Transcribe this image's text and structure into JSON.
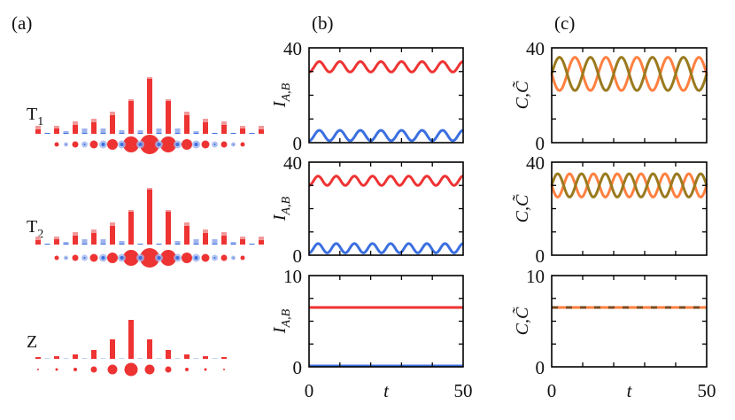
{
  "panel_labels": {
    "a": "(a)",
    "b": "(b)",
    "c": "(c)"
  },
  "colors": {
    "red": "#ee3333",
    "red_light": "#f29a9a",
    "blue": "#3b6fe0",
    "blue_light": "#9fb4ee",
    "orange": "#ff8040",
    "olive": "#9a7a1e",
    "axis": "#000000"
  },
  "chart_data": [
    {
      "type": "bar",
      "title": "(a) lattice site occupations",
      "rows": [
        {
          "label": "T",
          "sub": "1",
          "red_bars": [
            5,
            6,
            10,
            13,
            21,
            37,
            62,
            37,
            21,
            13,
            10,
            6,
            5
          ],
          "red_light_caps": [
            4,
            3,
            4,
            4,
            4,
            2,
            2,
            2,
            4,
            4,
            4,
            3,
            4
          ],
          "blue_bars": [
            1,
            3,
            6,
            6,
            4,
            4,
            6,
            6,
            3,
            1,
            0,
            0
          ],
          "circle_radii_red": [
            2.5,
            3.5,
            4.5,
            6,
            9,
            11,
            9,
            6,
            4.5,
            3.5,
            2.5
          ],
          "circle_radii_blue": [
            1,
            2,
            3,
            3,
            3,
            3,
            3,
            3,
            2,
            1
          ]
        },
        {
          "label": "T",
          "sub": "2",
          "red_bars": [
            5,
            6,
            10,
            13,
            21,
            37,
            62,
            37,
            21,
            13,
            10,
            6,
            5
          ],
          "red_light_caps": [
            4,
            3,
            4,
            4,
            4,
            2,
            2,
            2,
            4,
            4,
            4,
            3,
            4
          ],
          "blue_bars": [
            1,
            3,
            6,
            6,
            4,
            1,
            1,
            4,
            6,
            6,
            3,
            1
          ],
          "circle_radii_red": [
            2.5,
            3.5,
            4.5,
            6,
            9,
            11,
            9,
            6,
            4.5,
            3.5,
            2.5
          ],
          "circle_radii_blue": [
            1,
            2,
            3,
            3,
            3,
            3,
            3,
            3,
            2,
            1
          ]
        },
        {
          "label": "Z",
          "sub": "",
          "red_bars": [
            2,
            3,
            5,
            10,
            22,
            44,
            22,
            10,
            5,
            3,
            2
          ],
          "blue_bars": [
            1,
            1,
            1,
            1,
            1,
            1,
            1,
            1,
            1,
            1
          ],
          "circle_radii_red": [
            1,
            1.5,
            2,
            3.5,
            5.5,
            7.5,
            5.5,
            3.5,
            2,
            1.5,
            1
          ]
        }
      ]
    },
    {
      "type": "line",
      "panel": "b",
      "xlabel": "t",
      "ylabel": "I_{A,B}",
      "xlim": [
        0,
        50
      ],
      "xticks": [
        "0",
        "50"
      ],
      "subplots": [
        {
          "ylim": [
            0,
            40
          ],
          "yticks": [
            "0",
            "40"
          ],
          "series": [
            {
              "name": "I_A",
              "color": "#ee3333",
              "mean": 32,
              "amp": 2.2,
              "periods": 7.5,
              "phase": 0.5
            },
            {
              "name": "I_B",
              "color": "#3b6fe0",
              "mean": 3,
              "amp": 2.2,
              "periods": 7.5,
              "phase": 0.5
            }
          ]
        },
        {
          "ylim": [
            0,
            40
          ],
          "yticks": [
            "0",
            "40"
          ],
          "series": [
            {
              "name": "I_A",
              "color": "#ee3333",
              "mean": 32,
              "amp": 2.0,
              "periods": 8.5,
              "phase": 0.5
            },
            {
              "name": "I_B",
              "color": "#3b6fe0",
              "mean": 3,
              "amp": 2.0,
              "periods": 8.5,
              "phase": 0.5
            }
          ]
        },
        {
          "ylim": [
            0,
            10
          ],
          "yticks": [
            "0",
            "10"
          ],
          "series": [
            {
              "name": "I_A",
              "color": "#ee3333",
              "mean": 6.5,
              "amp": 0,
              "periods": 0,
              "phase": 0
            },
            {
              "name": "I_B",
              "color": "#3b6fe0",
              "mean": 0.1,
              "amp": 0,
              "periods": 0,
              "phase": 0
            }
          ]
        }
      ]
    },
    {
      "type": "line",
      "panel": "c",
      "xlabel": "t",
      "ylabel": "C, C~",
      "xlim": [
        0,
        50
      ],
      "xticks": [
        "0",
        "50"
      ],
      "subplots": [
        {
          "ylim": [
            0,
            40
          ],
          "yticks": [
            "0",
            "40"
          ],
          "series": [
            {
              "name": "C",
              "color": "#ff8040",
              "mean": 29,
              "amp": 7,
              "periods": 5,
              "phase": 0.25
            },
            {
              "name": "C~",
              "color": "#9a7a1e",
              "mean": 29,
              "amp": 7,
              "periods": 5,
              "phase": 0.75
            }
          ]
        },
        {
          "ylim": [
            0,
            40
          ],
          "yticks": [
            "0",
            "40"
          ],
          "series": [
            {
              "name": "C",
              "color": "#ff8040",
              "mean": 30,
              "amp": 5,
              "periods": 6.5,
              "phase": 0.25
            },
            {
              "name": "C~",
              "color": "#9a7a1e",
              "mean": 30,
              "amp": 5,
              "periods": 6.5,
              "phase": 0.75
            }
          ]
        },
        {
          "ylim": [
            0,
            10
          ],
          "yticks": [
            "0",
            "10"
          ],
          "series": [
            {
              "name": "C",
              "color": "#ff8040",
              "mean": 6.5,
              "amp": 0,
              "periods": 0,
              "phase": 0
            },
            {
              "name": "C~",
              "color": "#7a4a20",
              "mean": 6.5,
              "amp": 0,
              "periods": 0,
              "phase": 0,
              "dashed": true
            }
          ]
        }
      ]
    }
  ]
}
